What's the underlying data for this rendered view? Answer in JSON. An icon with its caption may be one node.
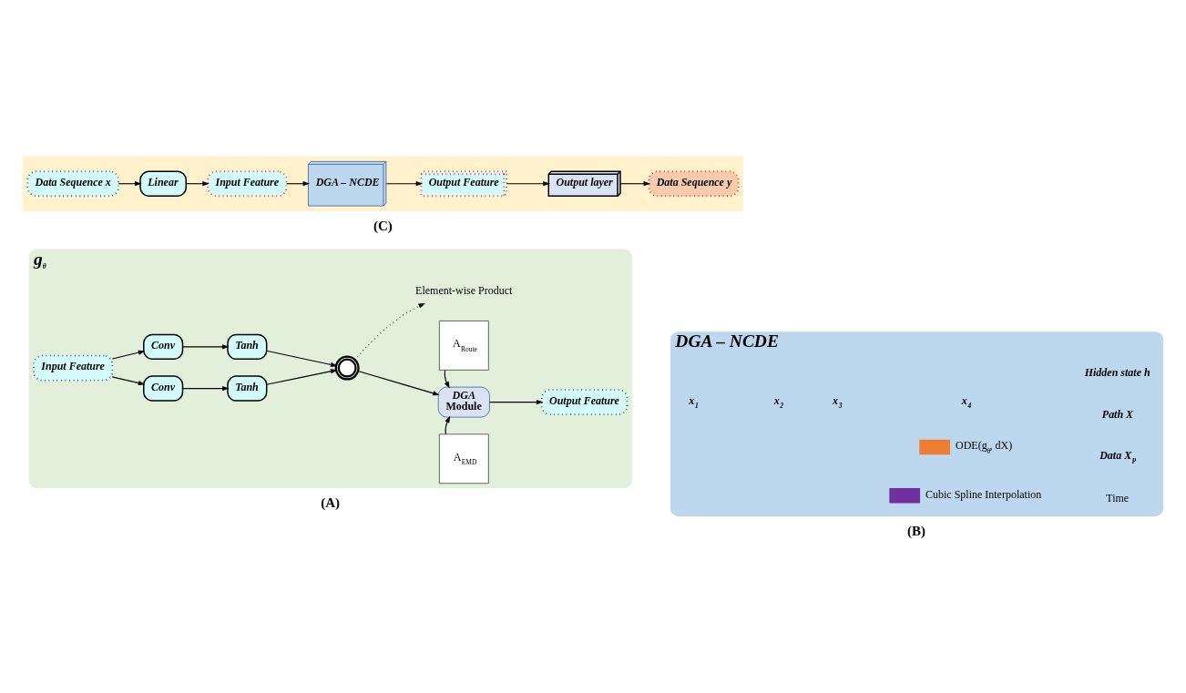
{
  "diagram": {
    "nodes": [
      {
        "text": [
          "g$_{θ}$"
        ],
        "beside": [
          "(A)"
        ]
      },
      {
        "text": [
          "Input Feature"
        ],
        "in": 0
      },
      {
        "text": [
          "Conv"
        ],
        "in": 0
      },
      {
        "text": [
          "Tanh"
        ],
        "in": 0
      },
      {
        "text": [
          "Conv"
        ],
        "in": 0
      },
      {
        "text": [
          "Tanh"
        ],
        "in": 0
      },
      {
        "text": [],
        "shape": "circle",
        "in": 0
      },
      {
        "text": [
          "Element-wise Product"
        ],
        "in": 0
      },
      {
        "text": [
          "A$_{Route}$"
        ],
        "in": 0
      },
      {
        "text": [
          "DGA Module"
        ],
        "in": 0
      },
      {
        "text": [
          "A$_{EMD}$"
        ],
        "in": 0
      },
      {
        "text": [
          "Output Feature"
        ],
        "in": 0
      },
      {
        "text": [
          "DGA – NCDE"
        ],
        "beside": [
          "(B)"
        ]
      },
      {
        "text": [],
        "shape": "box",
        "beside": [
          "(C)"
        ]
      },
      {
        "text": [
          "Data Sequence x"
        ],
        "in": 13
      },
      {
        "text": [
          "Linear"
        ],
        "in": 13
      },
      {
        "text": [
          "Input Feature"
        ],
        "in": 13
      },
      {
        "text": [
          "DGA – NCDE"
        ],
        "in": 13
      },
      {
        "text": [
          "Output Feature"
        ],
        "in": 13
      },
      {
        "text": [
          "Output layer"
        ],
        "in": 13
      },
      {
        "text": [
          "Data Sequence y"
        ],
        "in": 13
      }
    ],
    "edges": [
      {
        "from": 1,
        "to": 2,
        "arrow": "to"
      },
      {
        "from": 1,
        "to": 4,
        "arrow": "to"
      },
      {
        "from": 2,
        "to": 3,
        "arrow": "to"
      },
      {
        "from": 4,
        "to": 5,
        "arrow": "to"
      },
      {
        "from": 3,
        "to": 6,
        "arrow": "to"
      },
      {
        "from": 5,
        "to": 6,
        "arrow": "to"
      },
      {
        "from": 6,
        "to": 7,
        "arrow": "to",
        "style": "dashed"
      },
      {
        "from": 6,
        "to": 9,
        "arrow": "to"
      },
      {
        "from": 8,
        "to": 9,
        "arrow": "to"
      },
      {
        "from": 10,
        "to": 9,
        "arrow": "to"
      },
      {
        "from": 9,
        "to": 11,
        "arrow": "to"
      },
      {
        "from": 14,
        "to": 15,
        "arrow": "to"
      },
      {
        "from": 15,
        "to": 16,
        "arrow": "to"
      },
      {
        "from": 16,
        "to": 17,
        "arrow": "to"
      },
      {
        "from": 17,
        "to": 18,
        "arrow": "to"
      },
      {
        "from": 18,
        "to": 19,
        "arrow": "to"
      },
      {
        "from": 19,
        "to": 20,
        "arrow": "to"
      }
    ],
    "labels": [
      "Hidden state h",
      "Path X",
      "x$_{4}$",
      "Data X$_{P}$",
      "x$_{1}$",
      "x$_{2}$",
      "x$_{3}$",
      "Time"
    ],
    "legend": [
      {
        "text": "ODE(g$_{θ}$, dX)",
        "color": "#ed7d31"
      },
      {
        "text": "Cubic Spline Interpolation",
        "color": "#7030a0"
      }
    ]
  }
}
